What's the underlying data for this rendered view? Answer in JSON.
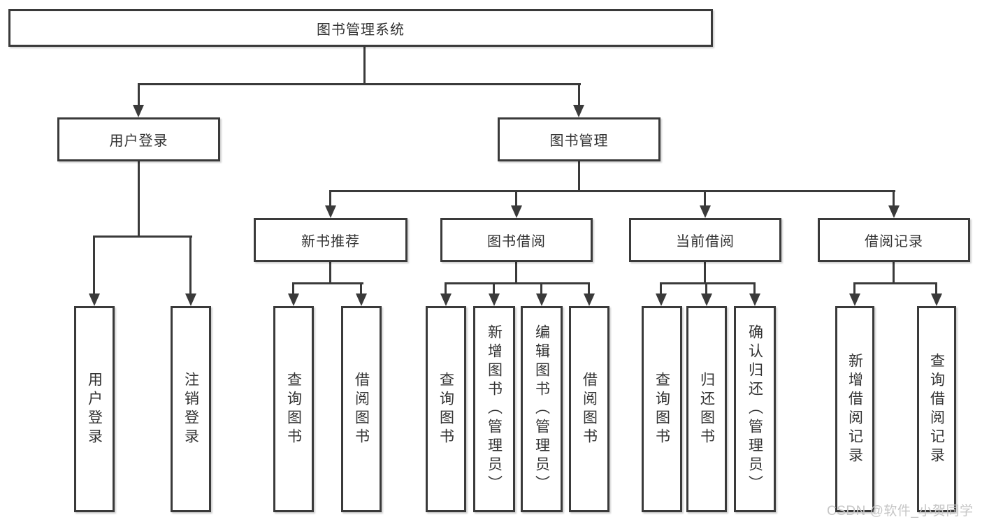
{
  "diagram_type": "hierarchy-tree",
  "colors": {
    "background": "#ffffff",
    "line": "#3a3a3a",
    "box_border": "#3a3a3a",
    "text": "#333333",
    "watermark": "#c6c6c6"
  },
  "tree": {
    "root": {
      "label": "图书管理系统",
      "children": [
        {
          "label": "用户登录",
          "children": [
            {
              "label": "用户登录"
            },
            {
              "label": "注销登录"
            }
          ]
        },
        {
          "label": "图书管理",
          "children": [
            {
              "label": "新书推荐",
              "children": [
                {
                  "label": "查询图书"
                },
                {
                  "label": "借阅图书"
                }
              ]
            },
            {
              "label": "图书借阅",
              "children": [
                {
                  "label": "查询图书"
                },
                {
                  "label": "新增图书（管理员）"
                },
                {
                  "label": "编辑图书（管理员）"
                },
                {
                  "label": "借阅图书"
                }
              ]
            },
            {
              "label": "当前借阅",
              "children": [
                {
                  "label": "查询图书"
                },
                {
                  "label": "归还图书"
                },
                {
                  "label": "确认归还（管理员）"
                }
              ]
            },
            {
              "label": "借阅记录",
              "children": [
                {
                  "label": "新增借阅记录"
                },
                {
                  "label": "查询借阅记录"
                }
              ]
            }
          ]
        }
      ]
    }
  },
  "watermark": {
    "text": "CSDN @软件_小贺同学"
  }
}
